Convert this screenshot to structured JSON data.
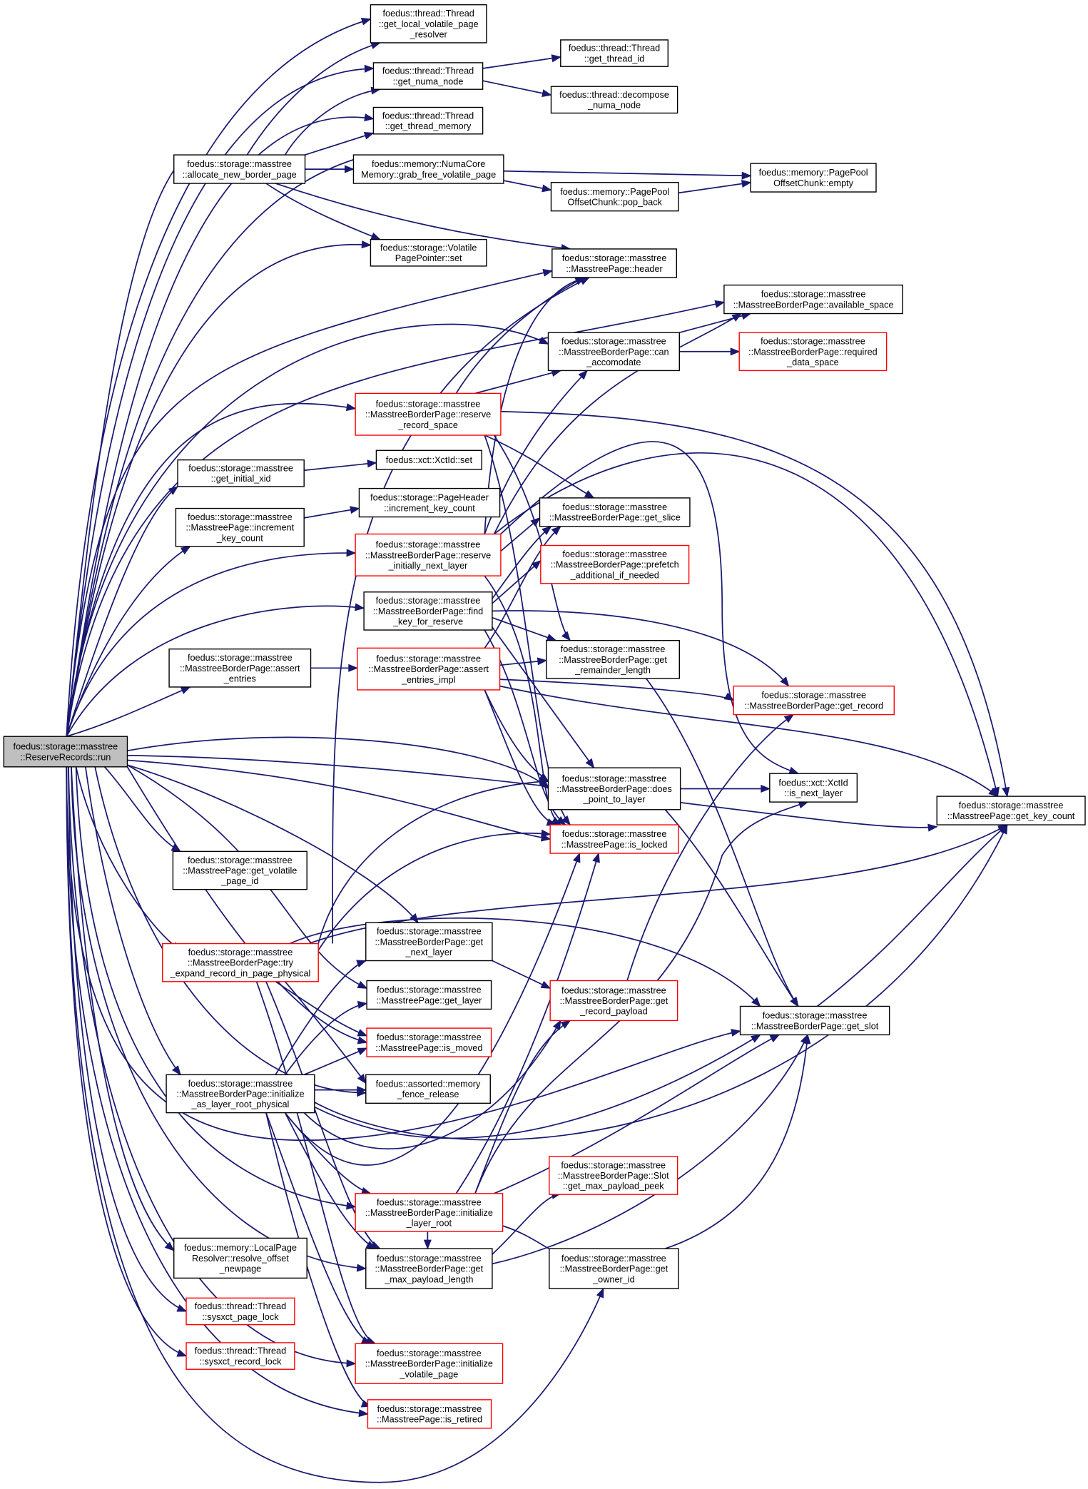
{
  "colors": {
    "edge": "#191970",
    "red_border": "#ff0000",
    "black_border": "#000000",
    "root_fill": "#bfbfbf"
  },
  "nodes": [
    {
      "id": "n0",
      "type": "root",
      "lines": [
        "foedus::storage::masstree",
        "::ReserveRecords::run"
      ]
    },
    {
      "id": "n1",
      "type": "black",
      "lines": [
        "foedus::thread::Thread",
        "::get_local_volatile_page",
        "_resolver"
      ]
    },
    {
      "id": "n2",
      "type": "black",
      "lines": [
        "foedus::thread::Thread",
        "::get_numa_node"
      ]
    },
    {
      "id": "n3",
      "type": "black",
      "lines": [
        "foedus::thread::Thread",
        "::get_thread_id"
      ]
    },
    {
      "id": "n4",
      "type": "black",
      "lines": [
        "foedus::thread::decompose",
        "_numa_node"
      ]
    },
    {
      "id": "n5",
      "type": "black",
      "lines": [
        "foedus::thread::Thread",
        "::get_thread_memory"
      ]
    },
    {
      "id": "n6",
      "type": "black",
      "lines": [
        "foedus::storage::masstree",
        "::allocate_new_border_page"
      ]
    },
    {
      "id": "n7",
      "type": "black",
      "lines": [
        "foedus::memory::NumaCore",
        "Memory::grab_free_volatile_page"
      ]
    },
    {
      "id": "n8",
      "type": "black",
      "lines": [
        "foedus::memory::PagePool",
        "OffsetChunk::empty"
      ]
    },
    {
      "id": "n9",
      "type": "black",
      "lines": [
        "foedus::memory::PagePool",
        "OffsetChunk::pop_back"
      ]
    },
    {
      "id": "n10",
      "type": "black",
      "lines": [
        "foedus::storage::Volatile",
        "PagePointer::set"
      ]
    },
    {
      "id": "n11",
      "type": "black",
      "lines": [
        "foedus::storage::masstree",
        "::MasstreePage::header"
      ]
    },
    {
      "id": "n12",
      "type": "black",
      "lines": [
        "foedus::storage::masstree",
        "::MasstreeBorderPage::available_space"
      ]
    },
    {
      "id": "n13",
      "type": "black",
      "lines": [
        "foedus::storage::masstree",
        "::MasstreeBorderPage::can",
        "_accomodate"
      ]
    },
    {
      "id": "n14",
      "type": "red",
      "lines": [
        "foedus::storage::masstree",
        "::MasstreeBorderPage::required",
        "_data_space"
      ]
    },
    {
      "id": "n15",
      "type": "red",
      "lines": [
        "foedus::storage::masstree",
        "::MasstreeBorderPage::reserve",
        "_record_space"
      ]
    },
    {
      "id": "n16",
      "type": "black",
      "lines": [
        "foedus::storage::masstree",
        "::get_initial_xid"
      ]
    },
    {
      "id": "n17",
      "type": "black",
      "lines": [
        "foedus::xct::XctId::set"
      ]
    },
    {
      "id": "n18",
      "type": "black",
      "lines": [
        "foedus::storage::masstree",
        "::MasstreePage::increment",
        "_key_count"
      ]
    },
    {
      "id": "n19",
      "type": "black",
      "lines": [
        "foedus::storage::PageHeader",
        "::increment_key_count"
      ]
    },
    {
      "id": "n20",
      "type": "black",
      "lines": [
        "foedus::storage::masstree",
        "::MasstreeBorderPage::get_slice"
      ]
    },
    {
      "id": "n21",
      "type": "red",
      "lines": [
        "foedus::storage::masstree",
        "::MasstreeBorderPage::reserve",
        "_initially_next_layer"
      ]
    },
    {
      "id": "n22",
      "type": "red",
      "lines": [
        "foedus::storage::masstree",
        "::MasstreeBorderPage::prefetch",
        "_additional_if_needed"
      ]
    },
    {
      "id": "n23",
      "type": "black",
      "lines": [
        "foedus::storage::masstree",
        "::MasstreeBorderPage::find",
        "_key_for_reserve"
      ]
    },
    {
      "id": "n24",
      "type": "black",
      "lines": [
        "foedus::storage::masstree",
        "::MasstreeBorderPage::assert",
        "_entries"
      ]
    },
    {
      "id": "n25",
      "type": "red",
      "lines": [
        "foedus::storage::masstree",
        "::MasstreeBorderPage::assert",
        "_entries_impl"
      ]
    },
    {
      "id": "n26",
      "type": "black",
      "lines": [
        "foedus::storage::masstree",
        "::MasstreeBorderPage::get",
        "_remainder_length"
      ]
    },
    {
      "id": "n27",
      "type": "red",
      "lines": [
        "foedus::storage::masstree",
        "::MasstreeBorderPage::get_record"
      ]
    },
    {
      "id": "n28",
      "type": "black",
      "lines": [
        "foedus::storage::masstree",
        "::MasstreeBorderPage::does",
        "_point_to_layer"
      ]
    },
    {
      "id": "n29",
      "type": "black",
      "lines": [
        "foedus::xct::XctId",
        "::is_next_layer"
      ]
    },
    {
      "id": "n30",
      "type": "black",
      "lines": [
        "foedus::storage::masstree",
        "::MasstreePage::get_key_count"
      ]
    },
    {
      "id": "n31",
      "type": "red",
      "lines": [
        "foedus::storage::masstree",
        "::MasstreePage::is_locked"
      ]
    },
    {
      "id": "n32",
      "type": "black",
      "lines": [
        "foedus::storage::masstree",
        "::MasstreePage::get_volatile",
        "_page_id"
      ]
    },
    {
      "id": "n33",
      "type": "red",
      "lines": [
        "foedus::storage::masstree",
        "::MasstreeBorderPage::try",
        "_expand_record_in_page_physical"
      ]
    },
    {
      "id": "n34",
      "type": "black",
      "lines": [
        "foedus::storage::masstree",
        "::MasstreeBorderPage::get",
        "_next_layer"
      ]
    },
    {
      "id": "n35",
      "type": "black",
      "lines": [
        "foedus::storage::masstree",
        "::MasstreePage::get_layer"
      ]
    },
    {
      "id": "n36",
      "type": "red",
      "lines": [
        "foedus::storage::masstree",
        "::MasstreeBorderPage::get",
        "_record_payload"
      ]
    },
    {
      "id": "n37",
      "type": "black",
      "lines": [
        "foedus::storage::masstree",
        "::MasstreeBorderPage::get_slot"
      ]
    },
    {
      "id": "n38",
      "type": "red",
      "lines": [
        "foedus::storage::masstree",
        "::MasstreePage::is_moved"
      ]
    },
    {
      "id": "n39",
      "type": "black",
      "lines": [
        "foedus::storage::masstree",
        "::MasstreeBorderPage::initialize",
        "_as_layer_root_physical"
      ]
    },
    {
      "id": "n40",
      "type": "black",
      "lines": [
        "foedus::assorted::memory",
        "_fence_release"
      ]
    },
    {
      "id": "n41",
      "type": "red",
      "lines": [
        "foedus::storage::masstree",
        "::MasstreeBorderPage::Slot",
        "::get_max_payload_peek"
      ]
    },
    {
      "id": "n42",
      "type": "red",
      "lines": [
        "foedus::storage::masstree",
        "::MasstreeBorderPage::initialize",
        "_layer_root"
      ]
    },
    {
      "id": "n43",
      "type": "black",
      "lines": [
        "foedus::memory::LocalPage",
        "Resolver::resolve_offset",
        "_newpage"
      ]
    },
    {
      "id": "n44",
      "type": "black",
      "lines": [
        "foedus::storage::masstree",
        "::MasstreeBorderPage::get",
        "_max_payload_length"
      ]
    },
    {
      "id": "n45",
      "type": "black",
      "lines": [
        "foedus::storage::masstree",
        "::MasstreeBorderPage::get",
        "_owner_id"
      ]
    },
    {
      "id": "n46",
      "type": "red",
      "lines": [
        "foedus::thread::Thread",
        "::sysxct_page_lock"
      ]
    },
    {
      "id": "n47",
      "type": "red",
      "lines": [
        "foedus::thread::Thread",
        "::sysxct_record_lock"
      ]
    },
    {
      "id": "n48",
      "type": "red",
      "lines": [
        "foedus::storage::masstree",
        "::MasstreeBorderPage::initialize",
        "_volatile_page"
      ]
    },
    {
      "id": "n49",
      "type": "red",
      "lines": [
        "foedus::storage::masstree",
        "::MasstreePage::is_retired"
      ]
    }
  ]
}
